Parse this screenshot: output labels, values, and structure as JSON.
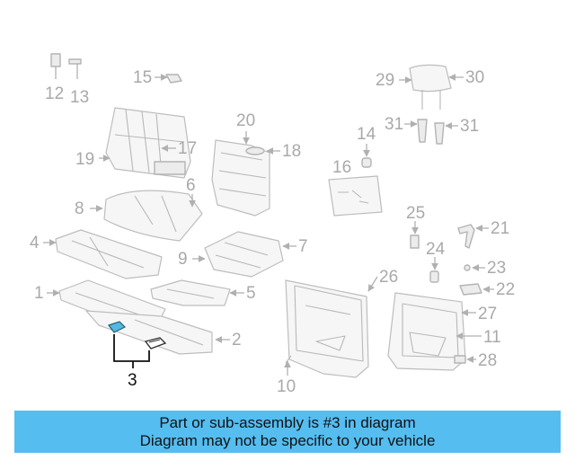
{
  "callouts": {
    "c1": "1",
    "c2": "2",
    "c3": "3",
    "c4": "4",
    "c5": "5",
    "c6": "6",
    "c7": "7",
    "c8": "8",
    "c9": "9",
    "c10": "10",
    "c11": "11",
    "c12": "12",
    "c13": "13",
    "c14": "14",
    "c15": "15",
    "c16": "16",
    "c17": "17",
    "c18": "18",
    "c19": "19",
    "c20": "20",
    "c21": "21",
    "c22": "22",
    "c23": "23",
    "c24": "24",
    "c25": "25",
    "c26": "26",
    "c27": "27",
    "c28": "28",
    "c29": "29",
    "c30": "30",
    "c31a": "31",
    "c31b": "31"
  },
  "highlight": {
    "part_number": "3",
    "color": "#55bdf0"
  },
  "banner": {
    "line1": "Part or sub-assembly is #3 in diagram",
    "line2": "Diagram may not be specific to your vehicle",
    "background": "#55bdf0"
  }
}
